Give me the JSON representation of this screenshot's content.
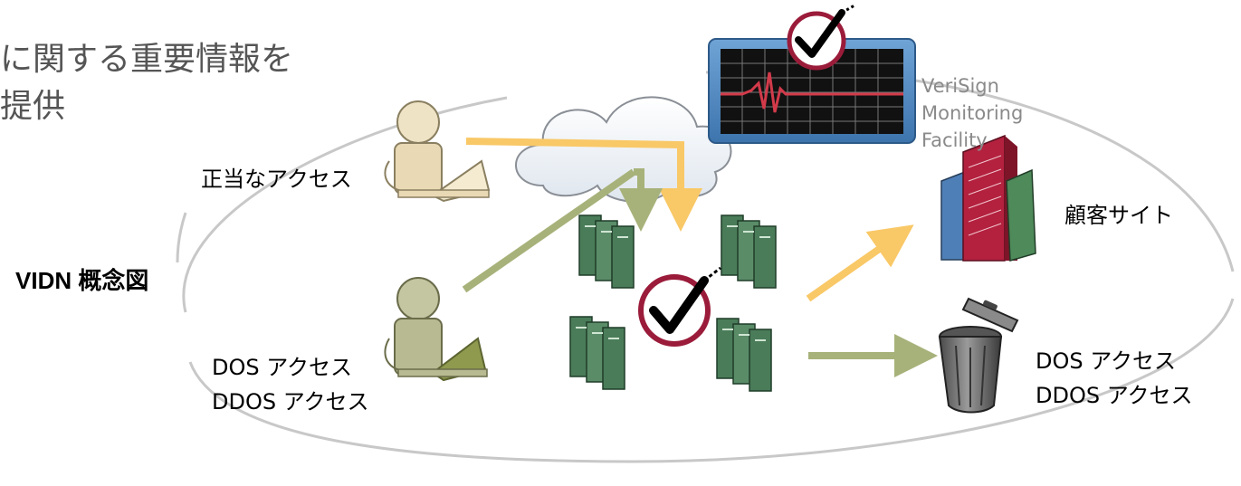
{
  "heading": {
    "line1": "に関する重要情報を",
    "line2": "提供"
  },
  "labels": {
    "legitimate_access": "正当なアクセス",
    "vidn_diagram": "VIDN 概念図",
    "dos_access": "DOS アクセス",
    "ddos_access": "DDOS アクセス",
    "customer_site": "顧客サイト"
  },
  "monitoring": {
    "line1": "VeriSign",
    "line2": "Monitoring",
    "line3": "Facility"
  },
  "colors": {
    "legit_arrow": "#f9c867",
    "attack_arrow": "#a7b27a",
    "ellipse": "#c8c8c8",
    "check_ring": "#9b1c3a",
    "server": "#4a7c59",
    "building_red": "#b3213e",
    "building_blue": "#4f7fb7",
    "building_green": "#4e8a5a",
    "user_legit": "#e9d9b4",
    "user_attack": "#b8ba92"
  }
}
